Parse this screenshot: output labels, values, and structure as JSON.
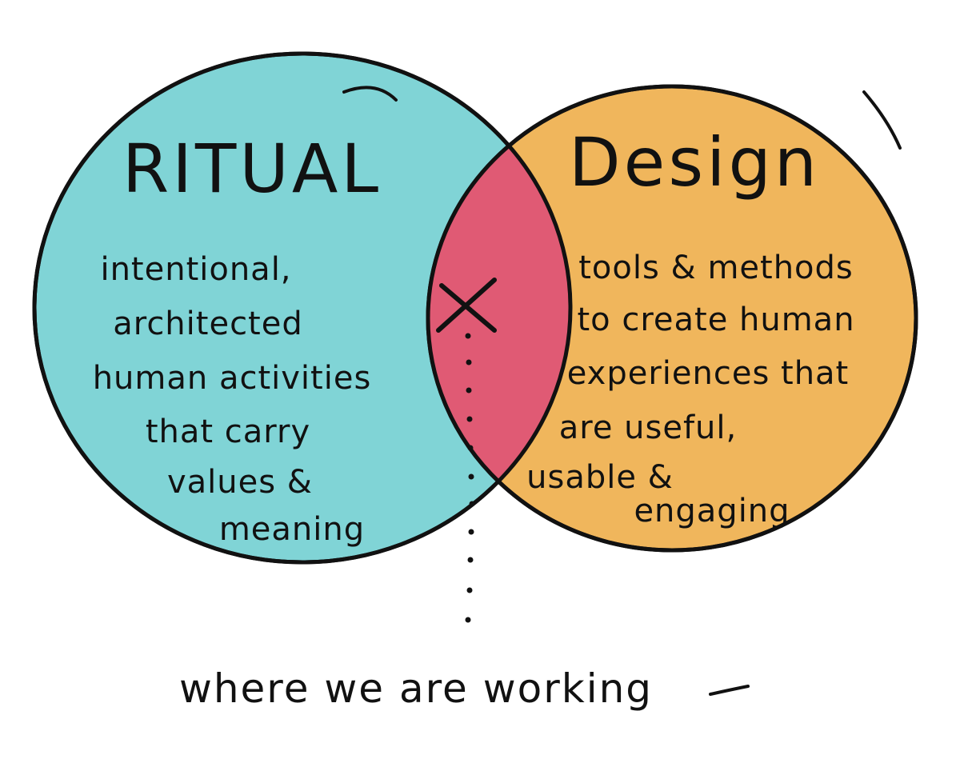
{
  "colors": {
    "ritual_fill": "#80D4D6",
    "design_fill": "#F0B65C",
    "overlap_fill": "#E05A74",
    "ink": "#111111"
  },
  "ritual": {
    "title": "RITUAL",
    "description_lines": [
      "intentional,",
      "architected",
      "human activities",
      "that carry",
      "values &",
      "meaning"
    ]
  },
  "design": {
    "title": "Design",
    "description_lines": [
      "tools & methods",
      "to create human",
      "experiences that",
      "are useful,",
      "usable &",
      "engaging"
    ]
  },
  "overlap": {
    "mark": "×",
    "mark_icon": "x-mark-icon"
  },
  "caption": "where we are working"
}
